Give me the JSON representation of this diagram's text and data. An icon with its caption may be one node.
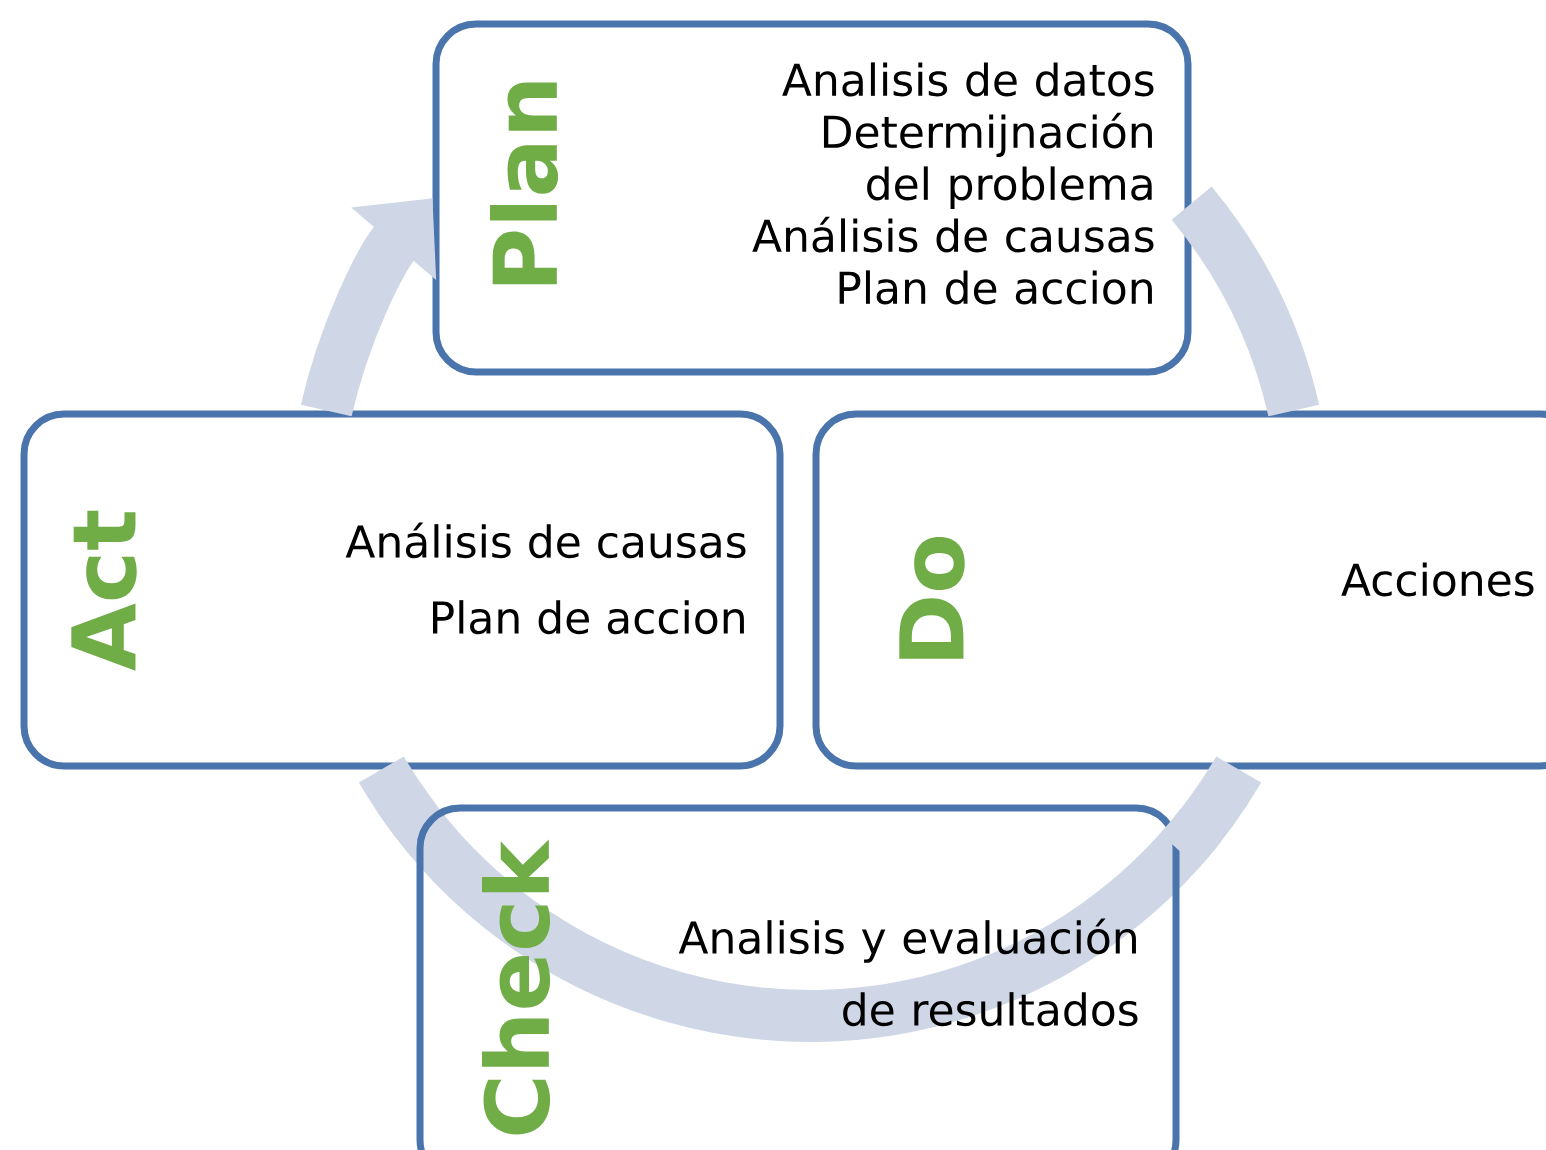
{
  "diagram": {
    "nodes": [
      {
        "text": [
          "Plan",
          "Analisis de datos",
          "Determijnación del problema",
          "Análisis de causas",
          "Plan de accion"
        ]
      },
      {
        "text": [
          "Act",
          "Análisis de causas",
          "Plan de accion"
        ]
      },
      {
        "text": [
          "Do",
          "Acciones"
        ]
      },
      {
        "text": [
          "Check",
          "Analisis y evaluación de resultados"
        ]
      }
    ],
    "edges": [
      {
        "from": 1,
        "to": 0,
        "arrow": "to"
      },
      {
        "from": 0,
        "to": 2,
        "arrow": "none"
      },
      {
        "from": 2,
        "to": 3,
        "arrow": "none"
      },
      {
        "from": 3,
        "to": 1,
        "arrow": "none"
      }
    ]
  }
}
